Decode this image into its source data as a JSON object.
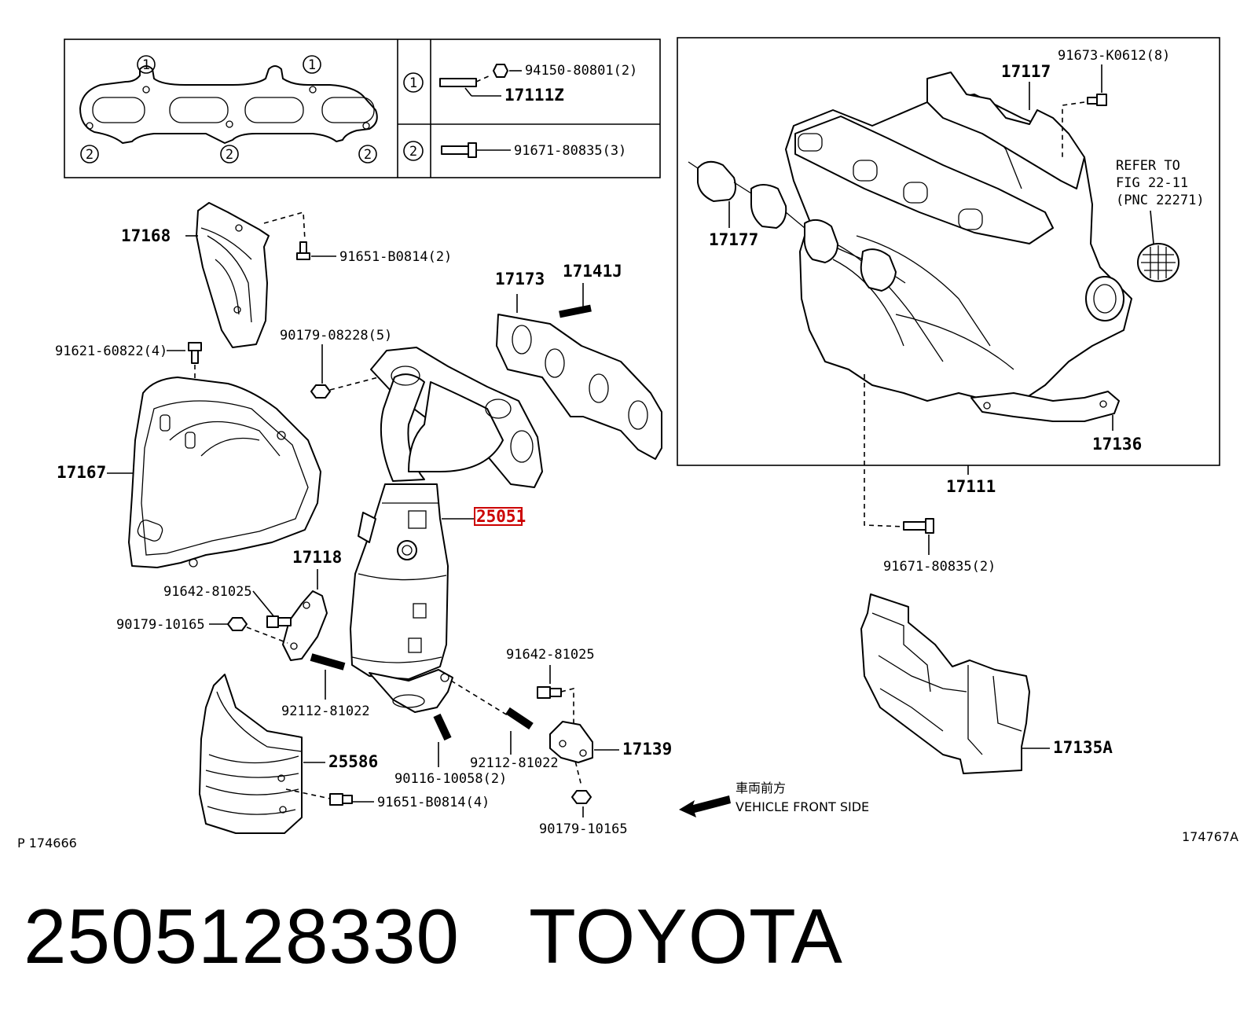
{
  "labels": {
    "p94150": "94150-80801(2)",
    "p17111z": "17111Z",
    "p91671a": "91671-80835(3)",
    "c1": "1",
    "c2": "2",
    "p17168": "17168",
    "p91651a": "91651-B0814(2)",
    "p17173": "17173",
    "p17141j": "17141J",
    "p90179a": "90179-08228(5)",
    "p91621": "91621-60822(4)",
    "p17167": "17167",
    "p25051": "25051",
    "p17118": "17118",
    "p91642a": "91642-81025",
    "p90179b": "90179-10165",
    "p92112a": "92112-81022",
    "p25586": "25586",
    "p90116": "90116-10058(2)",
    "p91651b": "91651-B0814(4)",
    "p91642b": "91642-81025",
    "p92112b": "92112-81022",
    "p17139": "17139",
    "p90179c": "90179-10165",
    "p17117": "17117",
    "p91673": "91673-K0612(8)",
    "refer1": "REFER TO",
    "refer2": "FIG 22-11",
    "refer3": "(PNC 22271)",
    "p17177": "17177",
    "p17136": "17136",
    "p17111": "17111",
    "p91671b": "91671-80835(2)",
    "p17135a": "17135A",
    "front_jp": "車両前方",
    "front_en": "VEHICLE FRONT SIDE",
    "code_left": "P  174666",
    "code_right": "174767A"
  },
  "footer": {
    "part_number": "2505128330",
    "brand": "TOYOTA"
  },
  "colors": {
    "highlight": "#cc0000",
    "ink": "#000000"
  }
}
